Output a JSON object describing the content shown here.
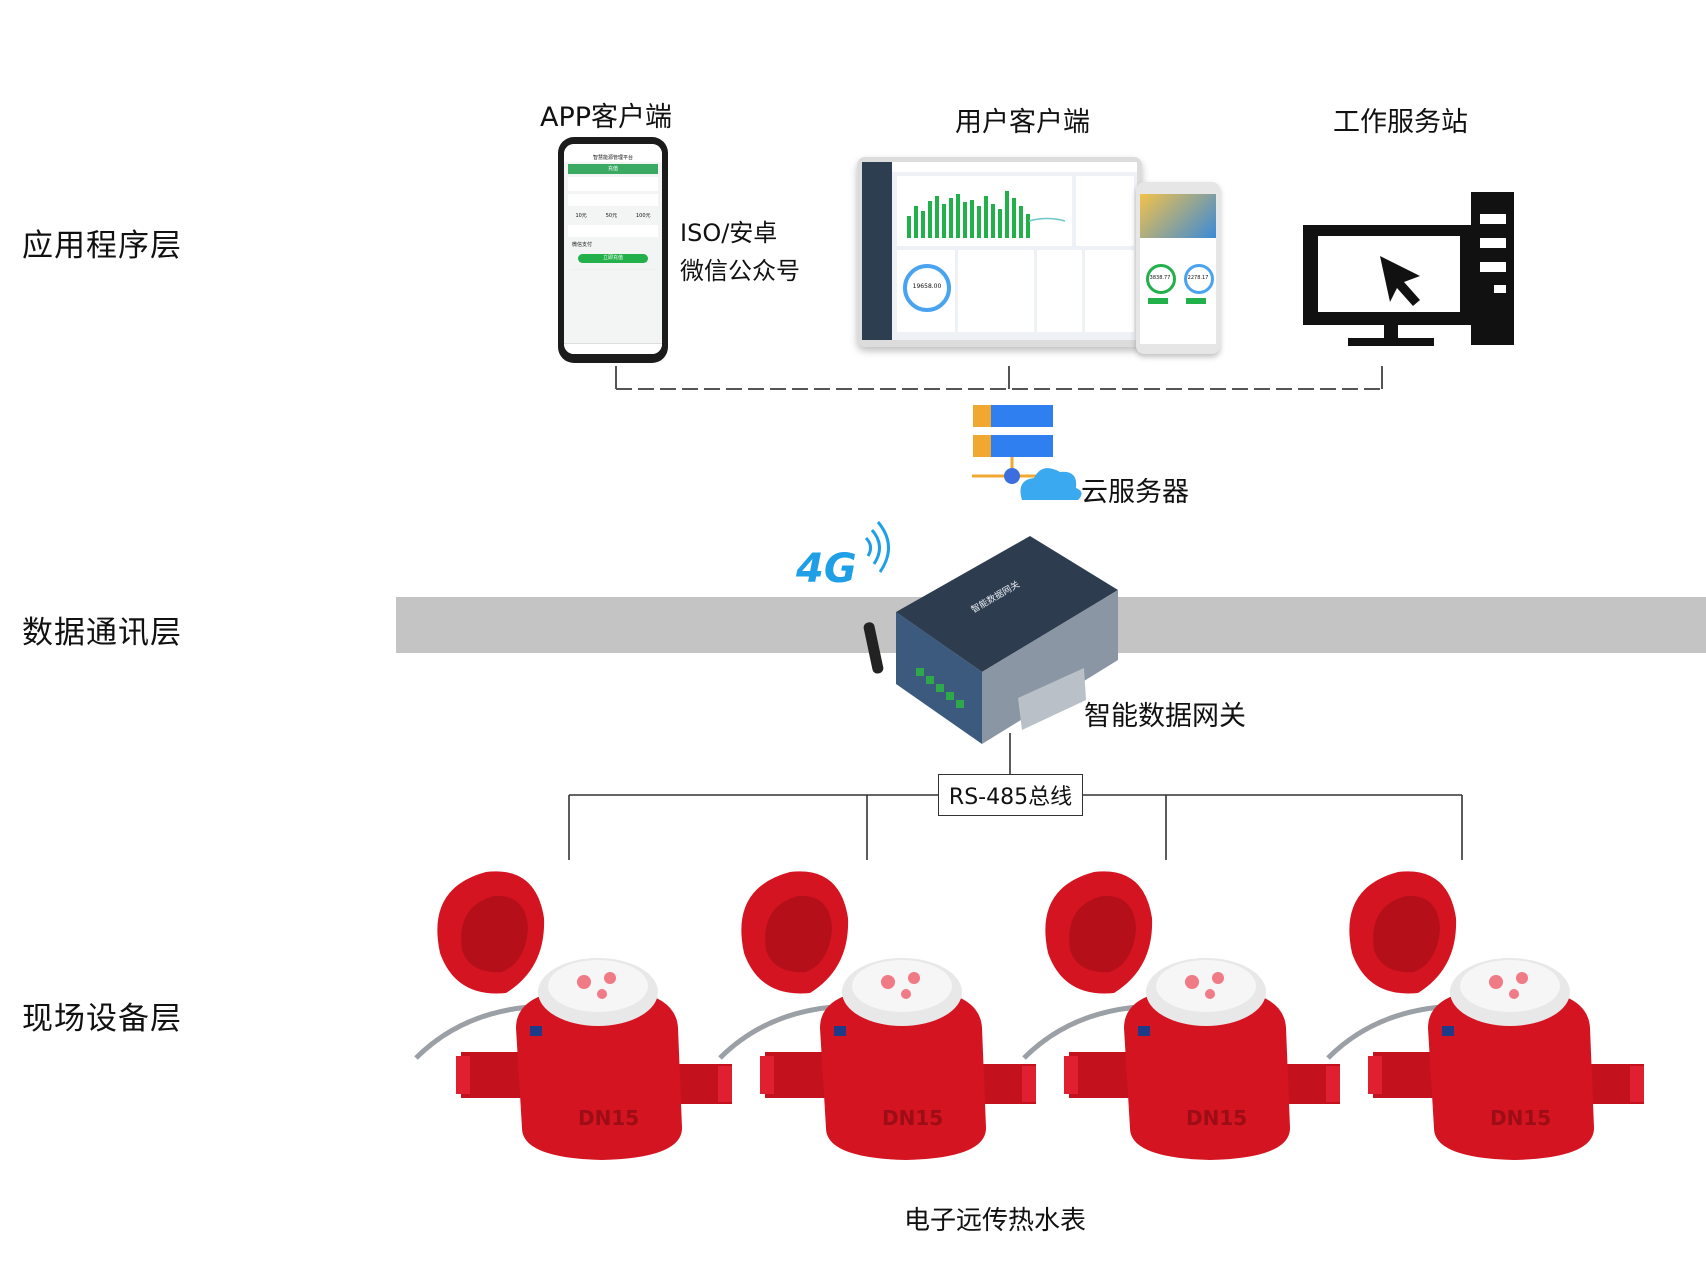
{
  "layers": {
    "application": "应用程序层",
    "communication": "数据通讯层",
    "field": "现场设备层"
  },
  "clients": {
    "app": "APP客户端",
    "user": "用户客户端",
    "workstation": "工作服务站",
    "os_line1": "ISO/安卓",
    "os_line2": "微信公众号"
  },
  "phone_screen": {
    "title": "智慧能源管理平台",
    "tab": "充值",
    "amount_1": "10元",
    "amount_2": "50元",
    "amount_3": "100元",
    "pay_button": "立即充值",
    "wechat_pay": "微信支付"
  },
  "dashboard": {
    "total_value": "19658.00",
    "tablet_value_1": "3838.77",
    "tablet_value_2": "2278.17"
  },
  "cloud_server": "云服务器",
  "gateway": {
    "label": "智能数据网关",
    "network": "4G",
    "device_text": "智能数据网关"
  },
  "bus": "RS-485总线",
  "meter": {
    "label": "电子远传热水表",
    "model_mark": "DN15"
  },
  "colors": {
    "comm_band": "#c4c4c4",
    "meter_red": "#d41420",
    "signal_blue": "#1e9fe6",
    "chart_green": "#22b04b",
    "server_blue": "#2f7ff0",
    "cloud_blue": "#3ba9f0"
  }
}
